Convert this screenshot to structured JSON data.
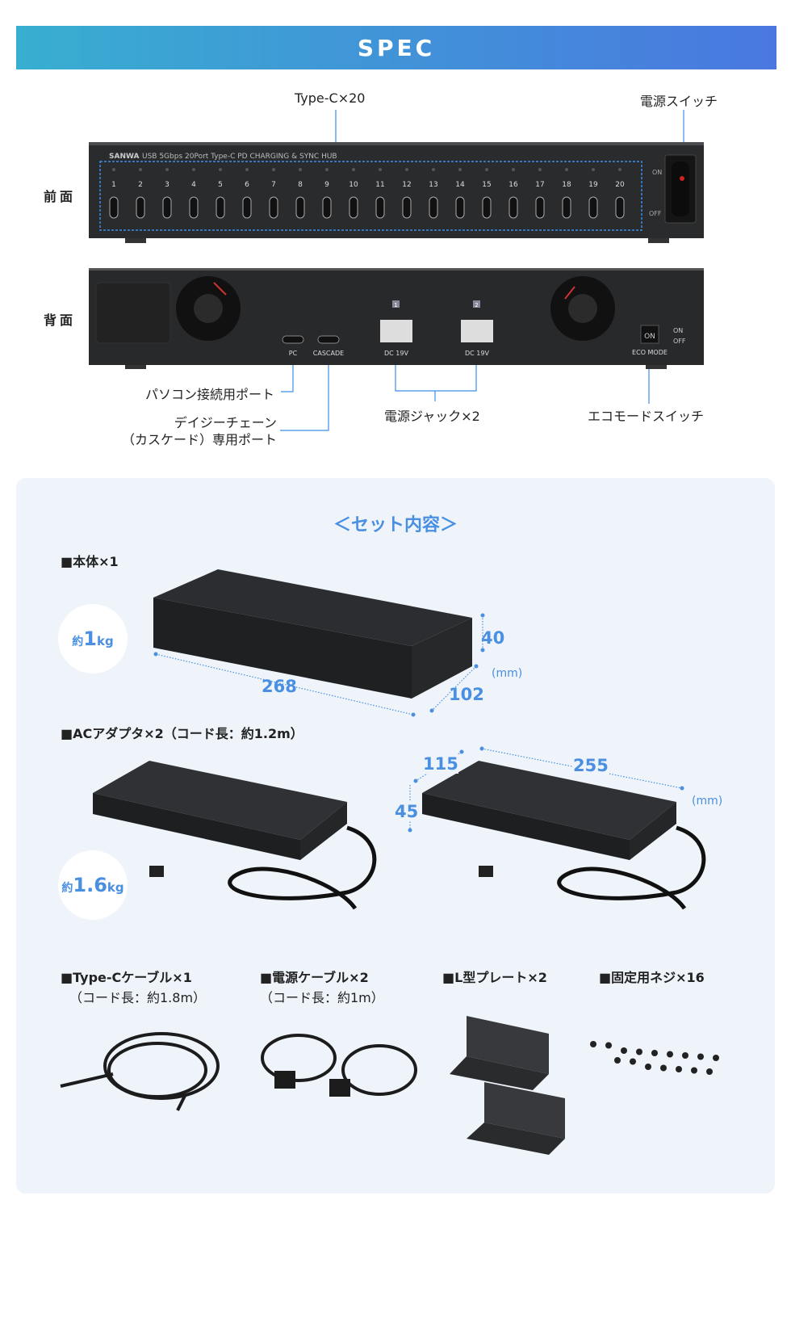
{
  "banner": {
    "title": "SPEC"
  },
  "colors": {
    "accent": "#4a8fe0",
    "banner_start": "#38aed0",
    "banner_end": "#4a78e0",
    "panel_bg": "#eef4fa",
    "callout_line": "#3b8ee8"
  },
  "front": {
    "side_label": "前面",
    "callout_ports": "Type-C×20",
    "callout_switch": "電源スイッチ",
    "brand": "SANWA",
    "model_text": "USB 5Gbps 20Port Type-C PD CHARGING & SYNC HUB",
    "port_numbers": [
      "1",
      "2",
      "3",
      "4",
      "5",
      "6",
      "7",
      "8",
      "9",
      "10",
      "11",
      "12",
      "13",
      "14",
      "15",
      "16",
      "17",
      "18",
      "19",
      "20"
    ],
    "switch_on": "ON",
    "switch_off": "OFF"
  },
  "rear": {
    "side_label": "背面",
    "pc_label": "PC",
    "cascade_label": "CASCADE",
    "jack1_num": "1",
    "jack2_num": "2",
    "jack1_label": "DC 19V",
    "jack2_label": "DC 19V",
    "eco_button": "ON",
    "eco_on": "ON",
    "eco_off": "OFF",
    "eco_label": "ECO MODE",
    "callout_pc": "パソコン接続用ポート",
    "callout_cascade_1": "デイジーチェーン",
    "callout_cascade_2": "（カスケード）専用ポート",
    "callout_jacks": "電源ジャック×2",
    "callout_eco": "エコモードスイッチ"
  },
  "contents": {
    "title": "＜セット内容＞",
    "hub": {
      "heading": "■本体×1",
      "weight_prefix": "約",
      "weight_value": "1",
      "weight_unit": "kg",
      "width": "268",
      "height": "40",
      "depth": "102",
      "unit": "(mm)"
    },
    "adapter": {
      "heading": "■ACアダプタ×2（コード長：約1.2m）",
      "weight_prefix": "約",
      "weight_value": "1.6",
      "weight_unit": "kg",
      "width": "255",
      "depth": "115",
      "height": "45",
      "unit": "(mm)"
    },
    "items": [
      {
        "heading": "■Type-Cケーブル×1",
        "sub": "（コード長：約1.8m）"
      },
      {
        "heading": "■電源ケーブル×2",
        "sub": "（コード長：約1m）"
      },
      {
        "heading": "■L型プレート×2",
        "sub": ""
      },
      {
        "heading": "■固定用ネジ×16",
        "sub": ""
      }
    ]
  }
}
